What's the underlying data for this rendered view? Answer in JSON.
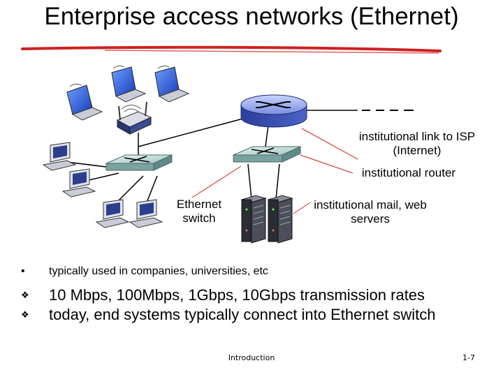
{
  "slide": {
    "title": "Enterprise access networks (Ethernet)",
    "labels": {
      "link": "institutional link to ISP (Internet)",
      "router": "institutional router",
      "switch": "Ethernet switch",
      "servers": "institutional mail, web servers"
    },
    "bullets": [
      {
        "marker": "•",
        "text": "typically used in companies, universities, etc"
      },
      {
        "marker": "❖",
        "text": "10 Mbps, 100Mbps, 1Gbps, 10Gbps transmission rates"
      },
      {
        "marker": "❖",
        "text": "today, end systems typically connect into Ethernet switch"
      }
    ],
    "footer": {
      "center": "Introduction",
      "page": "1-7"
    },
    "colors": {
      "accent_red": "#d02020",
      "device_blue": "#1a3ca8"
    }
  }
}
